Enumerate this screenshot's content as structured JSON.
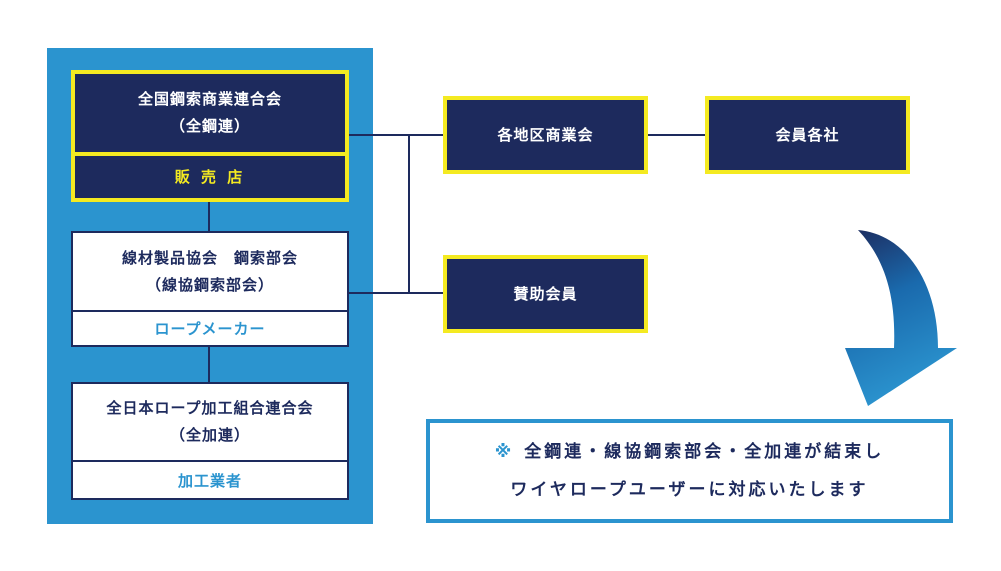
{
  "left_panel": {
    "zenkoren": {
      "line1": "全国鋼索商業連合会",
      "line2": "（全鋼連）",
      "role": "販 売 店"
    },
    "senkyo": {
      "line1": "線材製品協会　鋼索部会",
      "line2": "（線協鋼索部会）",
      "role": "ロープメーカー"
    },
    "zenkaren": {
      "line1": "全日本ロープ加工組合連合会",
      "line2": "（全加連）",
      "role": "加工業者"
    }
  },
  "right_boxes": {
    "regional": "各地区商業会",
    "members": "会員各社",
    "supporting": "賛助会員"
  },
  "note": {
    "mark": "※",
    "line1": "全鋼連・線協鋼索部会・全加連が結束し",
    "line2": "ワイヤロープユーザーに対応いたします"
  },
  "colors": {
    "navy": "#1d2a5d",
    "blue": "#2b94cf",
    "yellow": "#f4ea21"
  }
}
